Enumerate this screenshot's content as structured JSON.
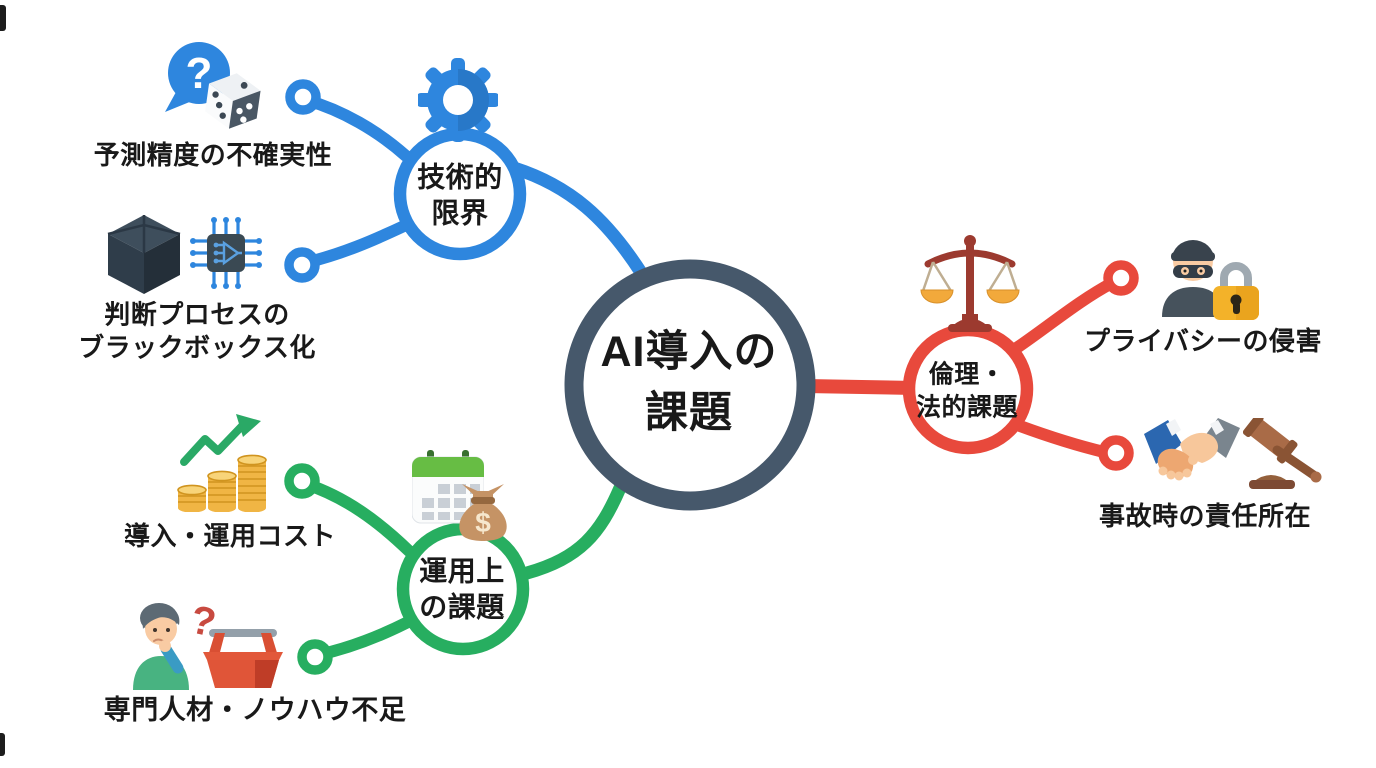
{
  "title": "AI導入の課題",
  "center": {
    "line1": "AI導入の",
    "line2": "課題",
    "color": "#46586b"
  },
  "branches": {
    "technical": {
      "line1": "技術的",
      "line2": "限界",
      "color": "#2e86de",
      "icon": "gear-icon",
      "items": {
        "prediction": {
          "label": "予測精度の不確実性",
          "icons": [
            "question-bubble-icon",
            "dice-icon"
          ]
        },
        "blackbox": {
          "line1": "判断プロセスの",
          "line2": "ブラックボックス化",
          "icons": [
            "black-box-icon",
            "ai-chip-icon"
          ]
        }
      }
    },
    "operational": {
      "line1": "運用上",
      "line2": "の課題",
      "color": "#27ae60",
      "icons": [
        "calendar-icon",
        "money-bag-icon"
      ],
      "items": {
        "cost": {
          "label": "導入・運用コスト",
          "icons": [
            "coin-stacks-icon",
            "growth-arrow-icon"
          ]
        },
        "talent": {
          "label": "専門人材・ノウハウ不足",
          "icons": [
            "thinking-person-icon",
            "toolbox-icon"
          ]
        }
      }
    },
    "ethical": {
      "line1": "倫理・",
      "line2": "法的課題",
      "color": "#e8493c",
      "icon": "scales-icon",
      "items": {
        "privacy": {
          "label": "プライバシーの侵害",
          "icons": [
            "thief-icon",
            "padlock-icon"
          ]
        },
        "liability": {
          "label": "事故時の責任所在",
          "icons": [
            "handshake-icon",
            "gavel-icon"
          ]
        }
      }
    }
  },
  "glyphs": {
    "question": "?",
    "dollar": "$",
    "question_red": "?"
  },
  "colors": {
    "center_ring": "#46586b",
    "technical": "#2e86de",
    "operational": "#27ae60",
    "ethical": "#e8493c",
    "text": "#191919",
    "background": "#ffffff",
    "gold": "#f0b544",
    "wood": "#9c3a2f",
    "skin": "#f8c9a0"
  }
}
